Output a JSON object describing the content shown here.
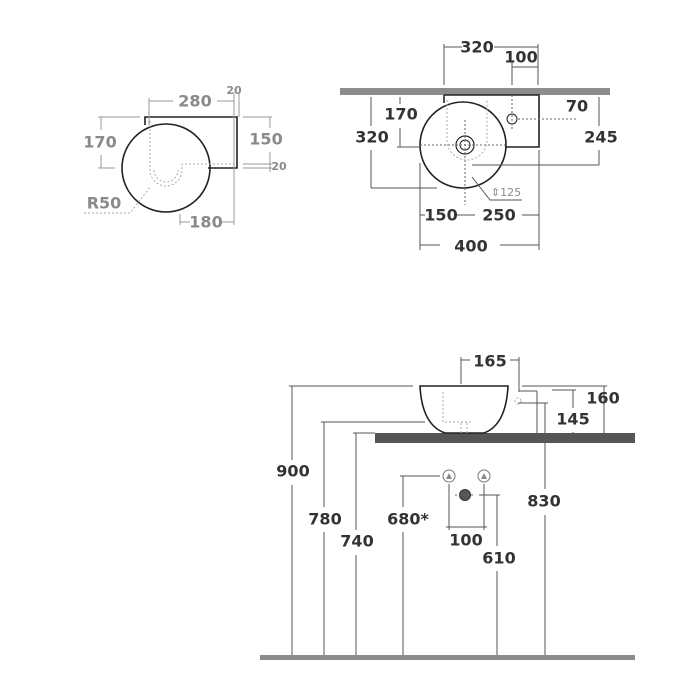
{
  "plan_view_small": {
    "dims": {
      "width_top": "280",
      "offset_top": "20",
      "left_height": "170",
      "right_height": "150",
      "right_offset": "20",
      "radius": "R50",
      "bottom": "180"
    }
  },
  "plan_view_mounted": {
    "dims": {
      "overall_width": "320",
      "tap_offset": "100",
      "tap_depth": "70",
      "left_depth": "170",
      "overall_depth": "320",
      "right_depth": "245",
      "depth_label": "125",
      "left_span": "150",
      "right_span": "250",
      "total_width": "400"
    }
  },
  "elevation_view": {
    "dims": {
      "drain_offset": "165",
      "height_total": "900",
      "height_780": "780",
      "height_740": "740",
      "height_680": "680*",
      "valve_spacing": "100",
      "height_610": "610",
      "height_830": "830",
      "bowl_145": "145",
      "bowl_160": "160"
    }
  },
  "colors": {
    "countertop_top": "#8c8c8c",
    "countertop_side": "#555555",
    "floor": "#8c8c8c"
  }
}
